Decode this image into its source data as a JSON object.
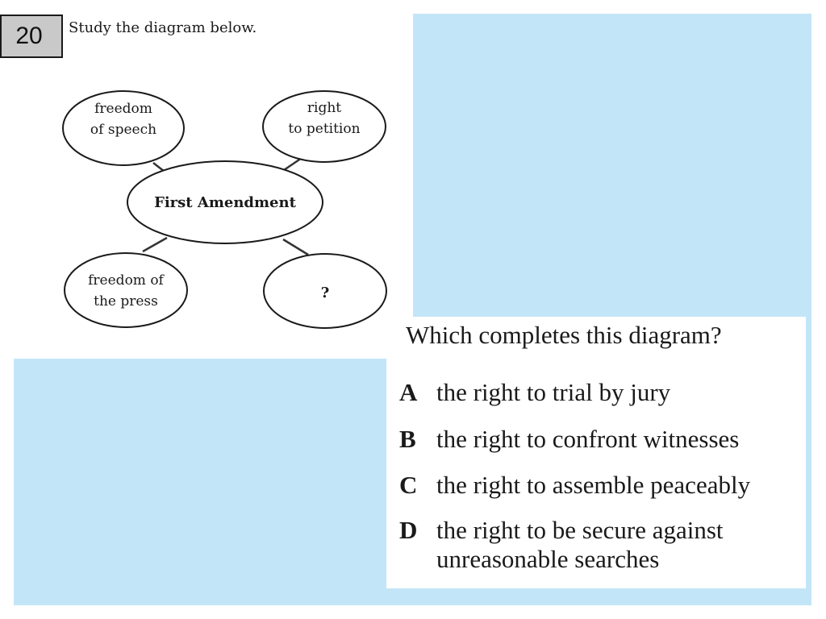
{
  "question_number": "20",
  "instruction": "Study the diagram below.",
  "diagram": {
    "center": "First Amendment",
    "nodes": [
      {
        "id": "top-left",
        "lines": [
          "freedom",
          "of speech"
        ]
      },
      {
        "id": "top-right",
        "lines": [
          "right",
          "to petition"
        ]
      },
      {
        "id": "bottom-left",
        "lines": [
          "freedom of",
          "the press"
        ]
      },
      {
        "id": "bottom-right",
        "lines": [
          "?"
        ]
      }
    ]
  },
  "question": {
    "stem": "Which completes this diagram?",
    "options": [
      {
        "letter": "A",
        "text": "the right to trial by jury"
      },
      {
        "letter": "B",
        "text": "the right to confront witnesses"
      },
      {
        "letter": "C",
        "text": "the right to assemble peaceably"
      },
      {
        "letter": "D",
        "text": "the right to be secure against unreasonable searches"
      }
    ]
  },
  "colors": {
    "background_panel": "#c3e5f8",
    "number_box": "#c9c9c9"
  }
}
